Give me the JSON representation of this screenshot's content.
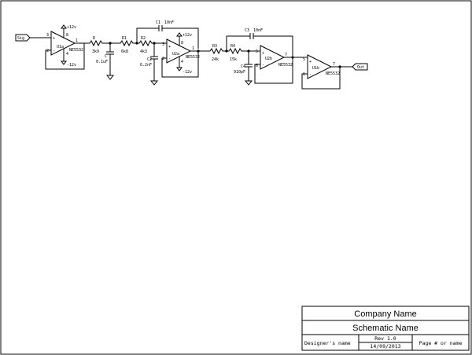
{
  "schematic": {
    "input_port": "Sig",
    "output_port": "Out",
    "supply_pos": "+12v",
    "supply_neg": "-12v",
    "opamps": {
      "u1a": {
        "name": "U1a",
        "part": "NE5532",
        "pin_noninv": "3",
        "pin_inv": "2",
        "pin_out": "1",
        "pin_vcc": "8",
        "pin_vee": "4"
      },
      "u2a": {
        "name": "U2a",
        "part": "NE5532",
        "pin_noninv": "3",
        "pin_inv": "2",
        "pin_out": "1",
        "pin_vcc": "8",
        "pin_vee": "4"
      },
      "u2b": {
        "name": "U2b",
        "part": "NE5532",
        "pin_noninv": "5",
        "pin_inv": "6",
        "pin_out": "7"
      },
      "u1b": {
        "name": "U1b",
        "part": "NE5532",
        "pin_noninv": "5",
        "pin_inv": "6",
        "pin_out": "7"
      }
    },
    "components": {
      "r0": {
        "ref": "R",
        "value": "3k9"
      },
      "c0": {
        "ref": "C",
        "value": "0.1uF"
      },
      "r1": {
        "ref": "R1",
        "value": "6k8"
      },
      "r2": {
        "ref": "R2",
        "value": "4k3"
      },
      "c1": {
        "ref": "C1",
        "value": "10nF"
      },
      "c2": {
        "ref": "C2",
        "value": "6.2nF"
      },
      "r3": {
        "ref": "R3",
        "value": "24k"
      },
      "r4": {
        "ref": "R4",
        "value": "15k"
      },
      "c3": {
        "ref": "C3",
        "value": "10nF"
      },
      "c4": {
        "ref": "C4",
        "value": "910pF"
      }
    }
  },
  "title_block": {
    "company": "Company Name",
    "schematic_name": "Schematic Name",
    "designer": "Designer's name",
    "rev": "Rev 1.0",
    "date": "14/09/2013",
    "page": "Page # or name"
  }
}
